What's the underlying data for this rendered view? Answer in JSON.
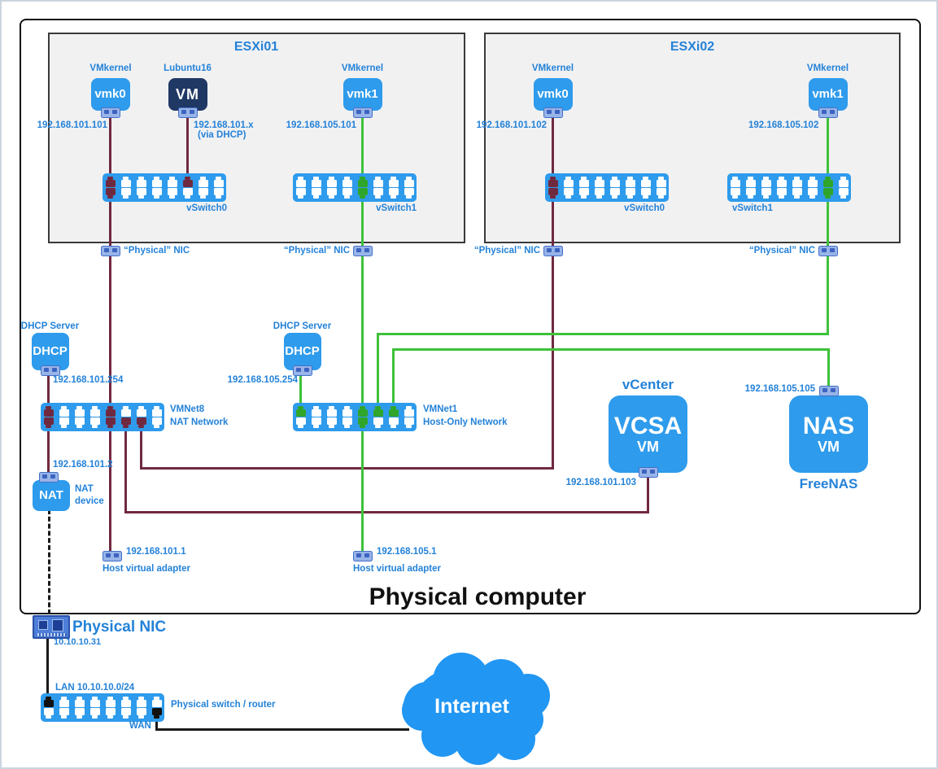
{
  "colors": {
    "blue": "#2E9BEC",
    "tblue": "#2482D8",
    "maroon": "#702A40",
    "green": "#3EC13A",
    "navy": "#1F3864",
    "cloud": "#2196F3"
  },
  "esxi01": {
    "title": "ESXi01",
    "vmkernel_label": "VMkernel",
    "vmk0": "vmk0",
    "vmk0_ip": "192.168.101.101",
    "vm_label": "Lubuntu16",
    "vm": "VM",
    "vm_ip": "192.168.101.x",
    "vm_ip_note": "(via DHCP)",
    "vmk1": "vmk1",
    "vmk1_ip": "192.168.105.101",
    "vswitch0": "vSwitch0",
    "vswitch1": "vSwitch1"
  },
  "esxi02": {
    "title": "ESXi02",
    "vmkernel_label": "VMkernel",
    "vmk0": "vmk0",
    "vmk0_ip": "192.168.101.102",
    "vmk1": "vmk1",
    "vmk1_ip": "192.168.105.102",
    "vswitch0": "vSwitch0",
    "vswitch1": "vSwitch1"
  },
  "physical_nic_label": "“Physical” NIC",
  "dhcp_nat": {
    "label": "DHCP Server",
    "box": "DHCP",
    "ip": "192.168.101.254"
  },
  "dhcp_hostonly": {
    "label": "DHCP Server",
    "box": "DHCP",
    "ip": "192.168.105.254"
  },
  "vmnet8": {
    "name": "VMNet8",
    "type": "NAT Network"
  },
  "vmnet1": {
    "name": "VMNet1",
    "type": "Host-Only Network"
  },
  "vcenter": {
    "label": "vCenter",
    "box": "VCSA",
    "sub": "VM",
    "ip": "192.168.101.103"
  },
  "nas": {
    "ip": "192.168.105.105",
    "box": "NAS",
    "sub": "VM",
    "label": "FreeNAS"
  },
  "nat": {
    "ip": "192.168.101.2",
    "box": "NAT",
    "label1": "NAT",
    "label2": "device"
  },
  "host_adapter_nat": {
    "ip": "192.168.101.1",
    "label": "Host virtual adapter"
  },
  "host_adapter_hostonly": {
    "ip": "192.168.105.1",
    "label": "Host virtual adapter"
  },
  "physical_computer": "Physical computer",
  "physical_nic": {
    "label": "Physical NIC",
    "ip": "10.10.10.31"
  },
  "physical_switch": {
    "lan": "LAN 10.10.10.0/24",
    "name": "Physical switch / router",
    "wan": "WAN"
  },
  "internet": "Internet"
}
